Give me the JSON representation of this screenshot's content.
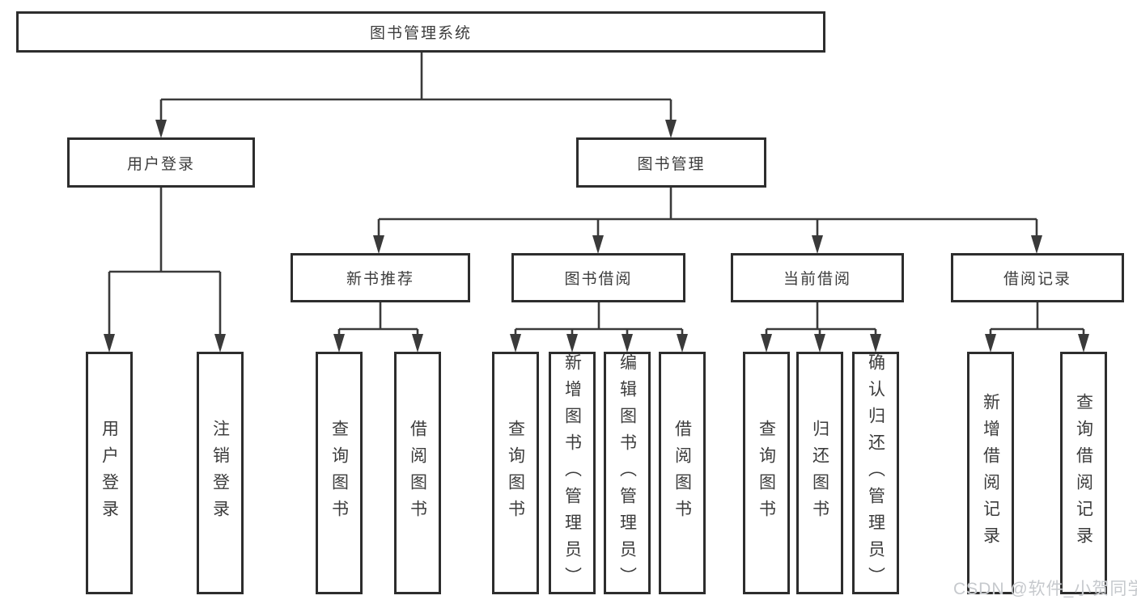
{
  "diagram": {
    "type": "hierarchy-tree",
    "tree": {
      "root": {
        "label": "图书管理系统",
        "children": [
          {
            "label": "用户登录",
            "children": [
              {
                "label": "用户登录"
              },
              {
                "label": "注销登录"
              }
            ]
          },
          {
            "label": "图书管理",
            "children": [
              {
                "label": "新书推荐",
                "children": [
                  {
                    "label": "查询图书"
                  },
                  {
                    "label": "借阅图书"
                  }
                ]
              },
              {
                "label": "图书借阅",
                "children": [
                  {
                    "label": "查询图书"
                  },
                  {
                    "label": "新增图书（管理员）"
                  },
                  {
                    "label": "编辑图书（管理员）"
                  },
                  {
                    "label": "借阅图书"
                  }
                ]
              },
              {
                "label": "当前借阅",
                "children": [
                  {
                    "label": "查询图书"
                  },
                  {
                    "label": "归还图书"
                  },
                  {
                    "label": "确认归还（管理员）"
                  }
                ]
              },
              {
                "label": "借阅记录",
                "children": [
                  {
                    "label": "新增借阅记录"
                  },
                  {
                    "label": "查询借阅记录"
                  }
                ]
              }
            ]
          }
        ]
      }
    },
    "colors": {
      "box_border": "#2d2d2d",
      "connector_line": "#3a3a3a",
      "text": "#3c3c3c",
      "background": "#ffffff",
      "watermark_text": "#c6c9cd"
    }
  },
  "watermark": {
    "text": "CSDN @软件_小贺同学"
  }
}
